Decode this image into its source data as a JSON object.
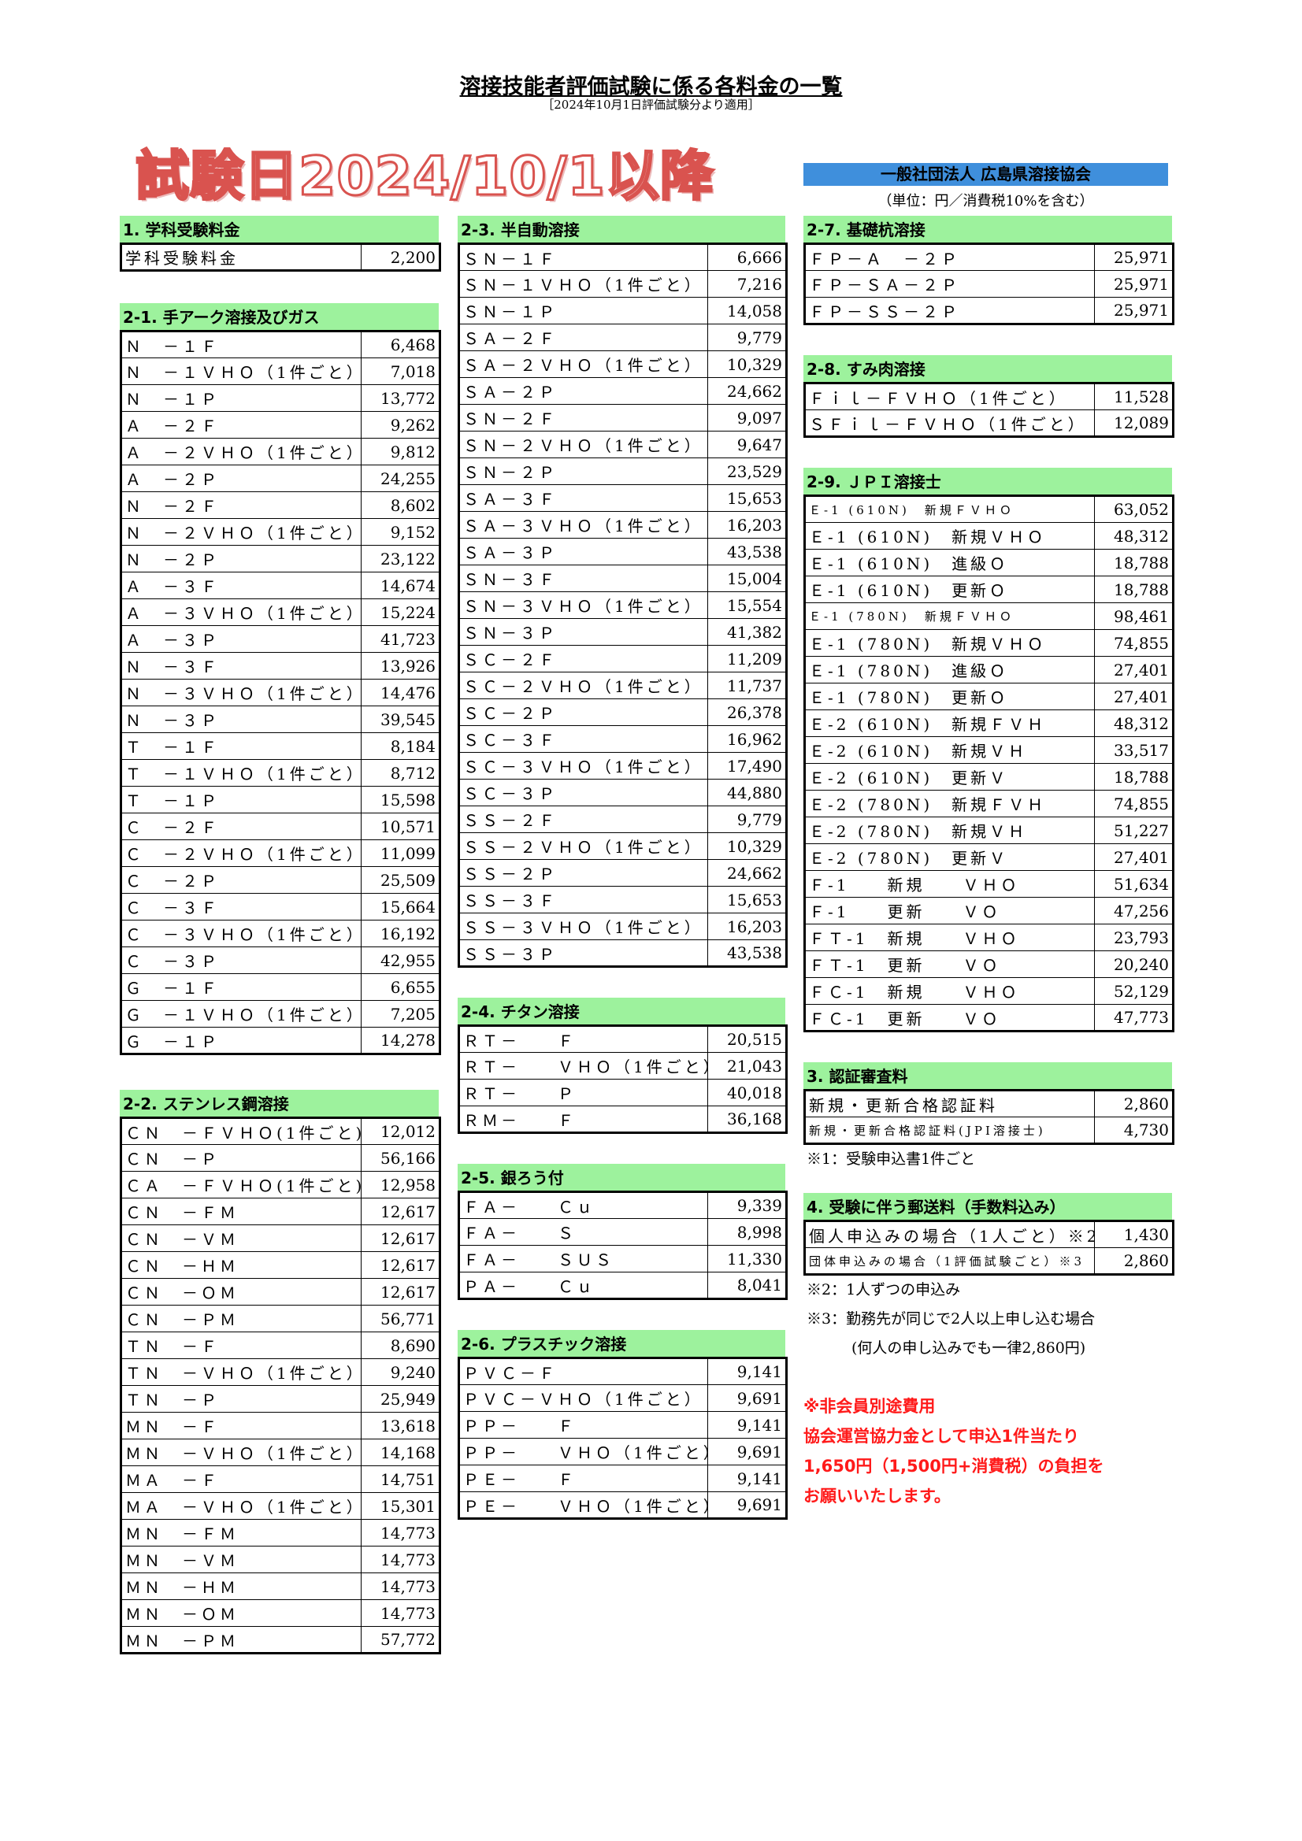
{
  "header": {
    "title": "溶接技能者評価試験に係る各料金の一覧",
    "subtitle": "［2024年10月1日評価試験分より適用］",
    "stamp": "試験日2024/10/1以降",
    "org": "一般社団法人 広島県溶接協会",
    "unit": "（単位：円／消費税10%を含む）"
  },
  "col1": {
    "s1": {
      "title": "1. 学科受験料金",
      "rows": [
        [
          "学科受験料金",
          "2,200"
        ]
      ]
    },
    "s21": {
      "title": "2-1. 手アーク溶接及びガス",
      "rows": [
        [
          "Ｎ　－１Ｆ",
          "6,468"
        ],
        [
          "Ｎ　－１ＶＨＯ（1件ごと）",
          "7,018"
        ],
        [
          "Ｎ　－１Ｐ",
          "13,772"
        ],
        [
          "Ａ　－２Ｆ",
          "9,262"
        ],
        [
          "Ａ　－２ＶＨＯ（1件ごと）",
          "9,812"
        ],
        [
          "Ａ　－２Ｐ",
          "24,255"
        ],
        [
          "Ｎ　－２Ｆ",
          "8,602"
        ],
        [
          "Ｎ　－２ＶＨＯ（1件ごと）",
          "9,152"
        ],
        [
          "Ｎ　－２Ｐ",
          "23,122"
        ],
        [
          "Ａ　－３Ｆ",
          "14,674"
        ],
        [
          "Ａ　－３ＶＨＯ（1件ごと）",
          "15,224"
        ],
        [
          "Ａ　－３Ｐ",
          "41,723"
        ],
        [
          "Ｎ　－３Ｆ",
          "13,926"
        ],
        [
          "Ｎ　－３ＶＨＯ（1件ごと）",
          "14,476"
        ],
        [
          "Ｎ　－３Ｐ",
          "39,545"
        ],
        [
          "Ｔ　－１Ｆ",
          "8,184"
        ],
        [
          "Ｔ　－１ＶＨＯ（1件ごと）",
          "8,712"
        ],
        [
          "Ｔ　－１Ｐ",
          "15,598"
        ],
        [
          "Ｃ　－２Ｆ",
          "10,571"
        ],
        [
          "Ｃ　－２ＶＨＯ（1件ごと）",
          "11,099"
        ],
        [
          "Ｃ　－２Ｐ",
          "25,509"
        ],
        [
          "Ｃ　－３Ｆ",
          "15,664"
        ],
        [
          "Ｃ　－３ＶＨＯ（1件ごと）",
          "16,192"
        ],
        [
          "Ｃ　－３Ｐ",
          "42,955"
        ],
        [
          "Ｇ　－１Ｆ",
          "6,655"
        ],
        [
          "Ｇ　－１ＶＨＯ（1件ごと）",
          "7,205"
        ],
        [
          "Ｇ　－１Ｐ",
          "14,278"
        ]
      ]
    },
    "s22": {
      "title": "2-2. ステンレス鋼溶接",
      "rows": [
        [
          "ＣＮ　－ＦＶＨＯ(1件ごと)",
          "12,012"
        ],
        [
          "ＣＮ　－Ｐ",
          "56,166"
        ],
        [
          "ＣＡ　－ＦＶＨＯ(1件ごと)",
          "12,958"
        ],
        [
          "ＣＮ　－ＦＭ",
          "12,617"
        ],
        [
          "ＣＮ　－ＶＭ",
          "12,617"
        ],
        [
          "ＣＮ　－ＨＭ",
          "12,617"
        ],
        [
          "ＣＮ　－ＯＭ",
          "12,617"
        ],
        [
          "ＣＮ　－ＰＭ",
          "56,771"
        ],
        [
          "ＴＮ　－Ｆ",
          "8,690"
        ],
        [
          "ＴＮ　－ＶＨＯ（1件ごと）",
          "9,240"
        ],
        [
          "ＴＮ　－Ｐ",
          "25,949"
        ],
        [
          "ＭＮ　－Ｆ",
          "13,618"
        ],
        [
          "ＭＮ　－ＶＨＯ（1件ごと）",
          "14,168"
        ],
        [
          "ＭＡ　－Ｆ",
          "14,751"
        ],
        [
          "ＭＡ　－ＶＨＯ（1件ごと）",
          "15,301"
        ],
        [
          "ＭＮ　－ＦＭ",
          "14,773"
        ],
        [
          "ＭＮ　－ＶＭ",
          "14,773"
        ],
        [
          "ＭＮ　－ＨＭ",
          "14,773"
        ],
        [
          "ＭＮ　－ＯＭ",
          "14,773"
        ],
        [
          "ＭＮ　－ＰＭ",
          "57,772"
        ]
      ]
    }
  },
  "col2": {
    "s23": {
      "title": "2-3. 半自動溶接",
      "rows": [
        [
          "ＳＮ－１Ｆ",
          "6,666"
        ],
        [
          "ＳＮ－１ＶＨＯ（1件ごと）",
          "7,216"
        ],
        [
          "ＳＮ－１Ｐ",
          "14,058"
        ],
        [
          "ＳＡ－２Ｆ",
          "9,779"
        ],
        [
          "ＳＡ－２ＶＨＯ（1件ごと）",
          "10,329"
        ],
        [
          "ＳＡ－２Ｐ",
          "24,662"
        ],
        [
          "ＳＮ－２Ｆ",
          "9,097"
        ],
        [
          "ＳＮ－２ＶＨＯ（1件ごと）",
          "9,647"
        ],
        [
          "ＳＮ－２Ｐ",
          "23,529"
        ],
        [
          "ＳＡ－３Ｆ",
          "15,653"
        ],
        [
          "ＳＡ－３ＶＨＯ（1件ごと）",
          "16,203"
        ],
        [
          "ＳＡ－３Ｐ",
          "43,538"
        ],
        [
          "ＳＮ－３Ｆ",
          "15,004"
        ],
        [
          "ＳＮ－３ＶＨＯ（1件ごと）",
          "15,554"
        ],
        [
          "ＳＮ－３Ｐ",
          "41,382"
        ],
        [
          "ＳＣ－２Ｆ",
          "11,209"
        ],
        [
          "ＳＣ－２ＶＨＯ（1件ごと）",
          "11,737"
        ],
        [
          "ＳＣ－２Ｐ",
          "26,378"
        ],
        [
          "ＳＣ－３Ｆ",
          "16,962"
        ],
        [
          "ＳＣ－３ＶＨＯ（1件ごと）",
          "17,490"
        ],
        [
          "ＳＣ－３Ｐ",
          "44,880"
        ],
        [
          "ＳＳ－２Ｆ",
          "9,779"
        ],
        [
          "ＳＳ－２ＶＨＯ（1件ごと）",
          "10,329"
        ],
        [
          "ＳＳ－２Ｐ",
          "24,662"
        ],
        [
          "ＳＳ－３Ｆ",
          "15,653"
        ],
        [
          "ＳＳ－３ＶＨＯ（1件ごと）",
          "16,203"
        ],
        [
          "ＳＳ－３Ｐ",
          "43,538"
        ]
      ]
    },
    "s24": {
      "title": "2-4. チタン溶接",
      "rows": [
        [
          "ＲＴ－　　Ｆ",
          "20,515"
        ],
        [
          "ＲＴ－　　ＶＨＯ（1件ごと）",
          "21,043"
        ],
        [
          "ＲＴ－　　Ｐ",
          "40,018"
        ],
        [
          "ＲＭ－　　Ｆ",
          "36,168"
        ]
      ]
    },
    "s25": {
      "title": "2-5. 銀ろう付",
      "rows": [
        [
          "ＦＡ－　　Ｃｕ",
          "9,339"
        ],
        [
          "ＦＡ－　　Ｓ",
          "8,998"
        ],
        [
          "ＦＡ－　　ＳＵＳ",
          "11,330"
        ],
        [
          "ＰＡ－　　Ｃｕ",
          "8,041"
        ]
      ]
    },
    "s26": {
      "title": "2-6. プラスチック溶接",
      "rows": [
        [
          "ＰＶＣ－Ｆ",
          "9,141"
        ],
        [
          "ＰＶＣ－ＶＨＯ（1件ごと）",
          "9,691"
        ],
        [
          "ＰＰ－　　Ｆ",
          "9,141"
        ],
        [
          "ＰＰ－　　ＶＨＯ（1件ごと）",
          "9,691"
        ],
        [
          "ＰＥ－　　Ｆ",
          "9,141"
        ],
        [
          "ＰＥ－　　ＶＨＯ（1件ごと）",
          "9,691"
        ]
      ]
    }
  },
  "col3": {
    "s27": {
      "title": "2-7. 基礎杭溶接",
      "rows": [
        [
          "ＦＰ－Ａ　－２Ｐ",
          "25,971"
        ],
        [
          "ＦＰ－ＳＡ－２Ｐ",
          "25,971"
        ],
        [
          "ＦＰ－ＳＳ－２Ｐ",
          "25,971"
        ]
      ]
    },
    "s28": {
      "title": "2-8. すみ肉溶接",
      "rows": [
        [
          "Ｆｉｌ－ＦＶＨＯ（1件ごと）",
          "11,528"
        ],
        [
          "ＳＦｉｌ－ＦＶＨＯ（1件ごと）",
          "12,089"
        ]
      ]
    },
    "s29": {
      "title": "2-9. ＪＰＩ溶接士",
      "rows": [
        [
          "Ｅ-1 (610N)　新規ＦＶＨＯ",
          "63,052"
        ],
        [
          "Ｅ-1 (610N)　新規ＶＨＯ",
          "48,312"
        ],
        [
          "Ｅ-1 (610N)　進級Ｏ",
          "18,788"
        ],
        [
          "Ｅ-1 (610N)　更新Ｏ",
          "18,788"
        ],
        [
          "Ｅ-1 (780N)　新規ＦＶＨＯ",
          "98,461"
        ],
        [
          "Ｅ-1 (780N)　新規ＶＨＯ",
          "74,855"
        ],
        [
          "Ｅ-1 (780N)　進級Ｏ",
          "27,401"
        ],
        [
          "Ｅ-1 (780N)　更新Ｏ",
          "27,401"
        ],
        [
          "Ｅ-2 (610N)　新規ＦＶＨ",
          "48,312"
        ],
        [
          "Ｅ-2 (610N)　新規ＶＨ",
          "33,517"
        ],
        [
          "Ｅ-2 (610N)　更新Ｖ",
          "18,788"
        ],
        [
          "Ｅ-2 (780N)　新規ＦＶＨ",
          "74,855"
        ],
        [
          "Ｅ-2 (780N)　新規ＶＨ",
          "51,227"
        ],
        [
          "Ｅ-2 (780N)　更新Ｖ",
          "27,401"
        ],
        [
          "Ｆ-1　　新規　　ＶＨＯ",
          "51,634"
        ],
        [
          "Ｆ-1　　更新　　ＶＯ",
          "47,256"
        ],
        [
          "ＦＴ-1　新規　　ＶＨＯ",
          "23,793"
        ],
        [
          "ＦＴ-1　更新　　ＶＯ",
          "20,240"
        ],
        [
          "ＦＣ-1　新規　　ＶＨＯ",
          "52,129"
        ],
        [
          "ＦＣ-1　更新　　ＶＯ",
          "47,773"
        ]
      ]
    },
    "s3": {
      "title": "3. 認証審査料",
      "rows": [
        [
          "新規・更新合格認証料",
          "2,860"
        ],
        [
          "新規・更新合格認証料(JPI溶接士)",
          "4,730"
        ]
      ],
      "note": "※1：受験申込書1件ごと"
    },
    "s4": {
      "title": "4. 受験に伴う郵送料（手数料込み）",
      "rows": [
        [
          "個人申込みの場合（1人ごと）※2",
          "1,430"
        ],
        [
          "団体申込みの場合（1評価試験ごと）※3",
          "2,860"
        ]
      ],
      "notes": [
        "※2：1人ずつの申込み",
        "※3：勤務先が同じで2人以上申し込む場合",
        "　　　(何人の申し込みでも一律2,860円)"
      ]
    },
    "red": [
      "※非会員別途費用",
      "協会運営協力金として申込1件当たり",
      "1,650円（1,500円+消費税）の負担を",
      "お願いいたします。"
    ]
  }
}
